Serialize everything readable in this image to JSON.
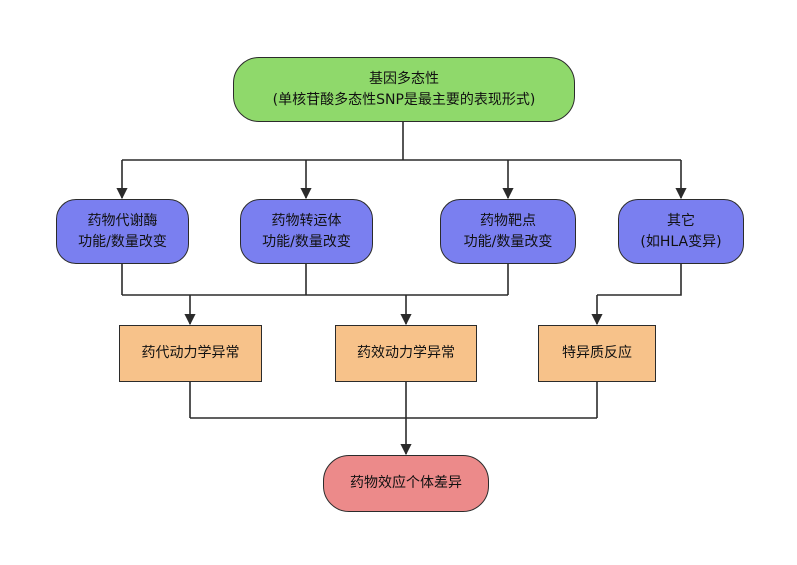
{
  "diagram": {
    "top": {
      "line1": "基因多态性",
      "line2": "(单核苷酸多态性SNP是最主要的表现形式)"
    },
    "mechanisms": [
      {
        "line1": "药物代谢酶",
        "line2": "功能/数量改变"
      },
      {
        "line1": "药物转运体",
        "line2": "功能/数量改变"
      },
      {
        "line1": "药物靶点",
        "line2": "功能/数量改变"
      },
      {
        "line1": "其它",
        "line2": "(如HLA变异)"
      }
    ],
    "effects": [
      {
        "label": "药代动力学异常"
      },
      {
        "label": "药效动力学异常"
      },
      {
        "label": "特异质反应"
      }
    ],
    "outcome": {
      "label": "药物效应个体差异"
    },
    "colors": {
      "top": "#8fd96b",
      "mechanism": "#7a7ff0",
      "effect": "#f7c28a",
      "outcome": "#ec8a8a",
      "line": "#2b2b2b"
    }
  }
}
